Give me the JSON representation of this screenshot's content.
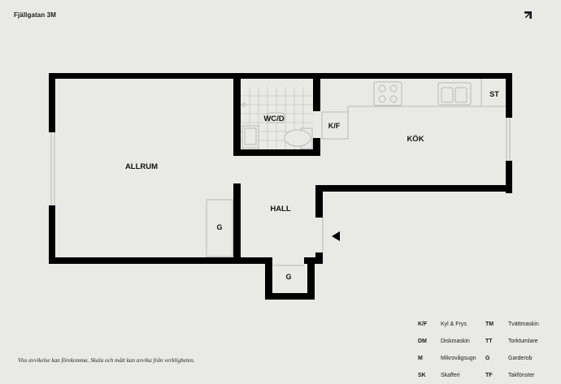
{
  "header": {
    "title": "Fjällgatan 3M",
    "logo_icon": "brand-logo-icon"
  },
  "rooms": {
    "allrum": "ALLRUM",
    "wcd": "WC/D",
    "kok": "KÖK",
    "hall": "HALL",
    "kf": "K/F",
    "st": "ST",
    "g_allrum": "G",
    "g_hall": "G"
  },
  "legend": [
    {
      "abbr": "K/F",
      "text": "Kyl & Frys",
      "abbr2": "TM",
      "text2": "Tvättmaskin"
    },
    {
      "abbr": "DM",
      "text": "Diskmaskin",
      "abbr2": "TT",
      "text2": "Torktumlare"
    },
    {
      "abbr": "M",
      "text": "Mikrovågsugn",
      "abbr2": "G",
      "text2": "Garderob"
    },
    {
      "abbr": "SK",
      "text": "Skafferi",
      "abbr2": "TF",
      "text2": "Takfönster"
    }
  ],
  "footer": {
    "disclaimer": "Viss avvikelse kan förekomma. Skala och mått kan avvika från verkligheten."
  },
  "colors": {
    "background": "#e9e9e6",
    "walls": "#000000",
    "fixtures": "#b9b9b6"
  }
}
